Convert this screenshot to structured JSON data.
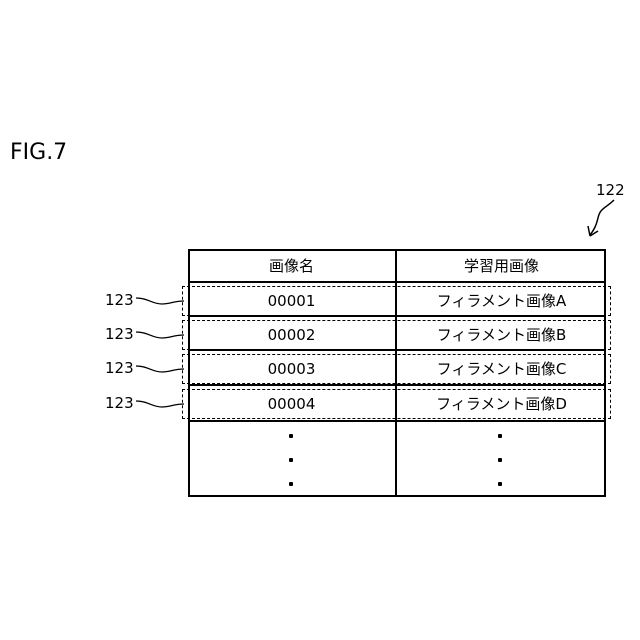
{
  "figure_label": "FIG.7",
  "table_ref": "122",
  "row_ref": "123",
  "headers": [
    "画像名",
    "学習用画像"
  ],
  "rows": [
    [
      "00001",
      "フィラメント画像A"
    ],
    [
      "00002",
      "フィラメント画像B"
    ],
    [
      "00003",
      "フィラメント画像C"
    ],
    [
      "00004",
      "フィラメント画像D"
    ]
  ]
}
